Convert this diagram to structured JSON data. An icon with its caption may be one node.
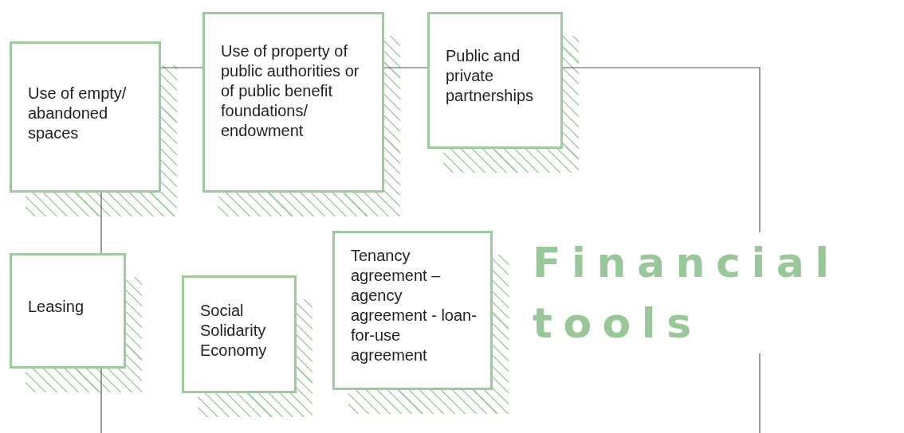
{
  "diagram": {
    "title": "Financial tools",
    "nodes": [
      {
        "text": [
          "Use of empty/ abandoned spaces"
        ]
      },
      {
        "text": [
          "Use of property of public authorities or of public benefit foundations/ endowment"
        ]
      },
      {
        "text": [
          "Public and private partnerships"
        ]
      },
      {
        "text": [
          "Leasing"
        ]
      },
      {
        "text": [
          "Social Solidarity Economy"
        ]
      },
      {
        "text": [
          "Tenancy agreement – agency agreement - loan-for-use agreement"
        ]
      }
    ],
    "edges": [
      {
        "from": 0,
        "to": 1,
        "arrow": "none"
      },
      {
        "from": 1,
        "to": 2,
        "arrow": "none"
      },
      {
        "from": 2,
        "to": null,
        "arrow": "none"
      },
      {
        "from": 0,
        "to": 3,
        "arrow": "none"
      },
      {
        "from": 3,
        "to": null,
        "arrow": "none"
      }
    ]
  }
}
